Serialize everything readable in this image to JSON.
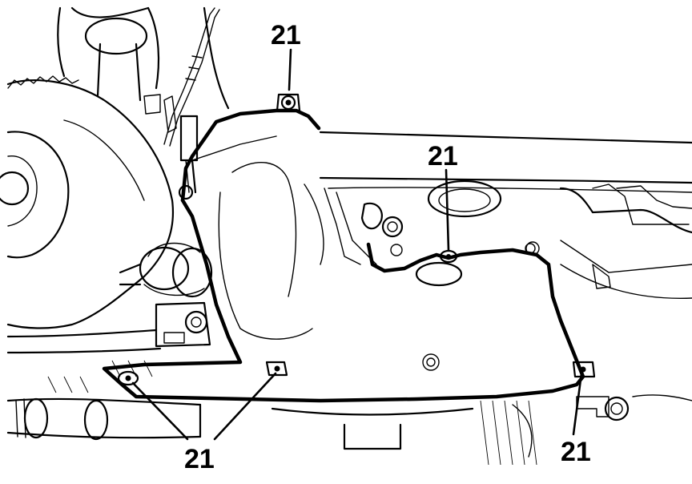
{
  "callouts": {
    "label_top": "21",
    "label_mid": "21",
    "label_bottom_left": "21",
    "label_bottom_right": "21"
  },
  "colors": {
    "ink": "#000000",
    "paper": "#ffffff"
  }
}
